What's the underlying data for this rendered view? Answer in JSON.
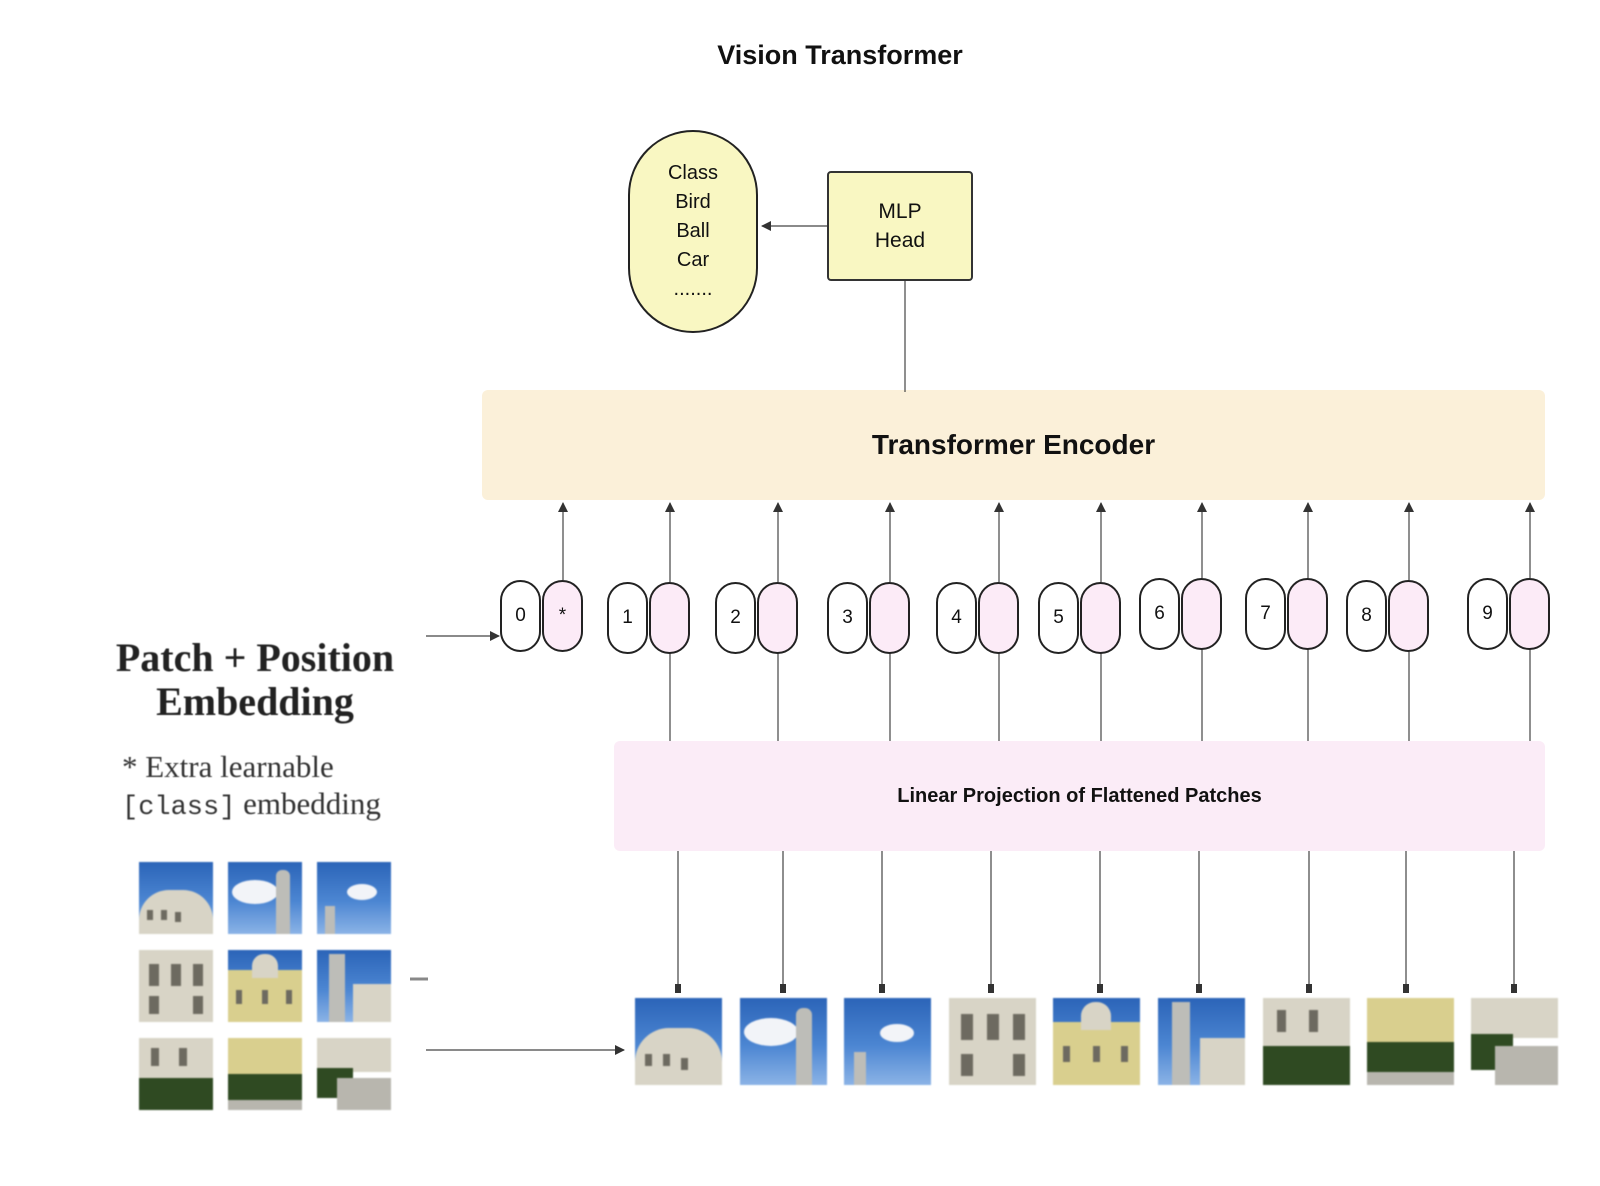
{
  "title": "Vision Transformer",
  "output_classes": {
    "lines": [
      "Class",
      "Bird",
      "Ball",
      "Car",
      "......."
    ]
  },
  "mlp_head": {
    "line1": "MLP",
    "line2": "Head"
  },
  "encoder": {
    "label": "Transformer Encoder"
  },
  "projection": {
    "label": "Linear Projection of Flattened Patches"
  },
  "tokens": [
    {
      "position": "0",
      "embedding": "*"
    },
    {
      "position": "1",
      "embedding": ""
    },
    {
      "position": "2",
      "embedding": ""
    },
    {
      "position": "3",
      "embedding": ""
    },
    {
      "position": "4",
      "embedding": ""
    },
    {
      "position": "5",
      "embedding": ""
    },
    {
      "position": "6",
      "embedding": ""
    },
    {
      "position": "7",
      "embedding": ""
    },
    {
      "position": "8",
      "embedding": ""
    },
    {
      "position": "9",
      "embedding": ""
    }
  ],
  "legend": {
    "line1": "Patch + Position",
    "line2": "Embedding",
    "note_prefix": "* Extra learnable",
    "note_code": "[class]",
    "note_suffix": " embedding"
  },
  "colors": {
    "yellow_box": "#f9f7c2",
    "encoder_fill": "#fbf0d9",
    "projection_fill": "#fbecf7",
    "embedding_fill": "#fcebf7",
    "line": "#444444"
  }
}
